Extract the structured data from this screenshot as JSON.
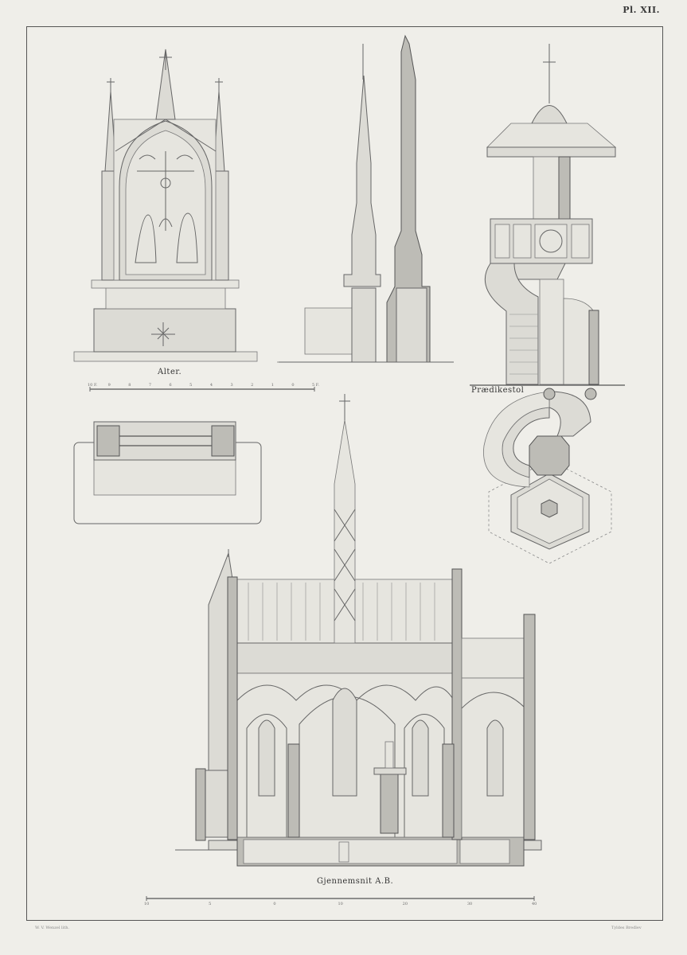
{
  "plate": {
    "number": "Pl. XII."
  },
  "captions": {
    "altar": "Alter.",
    "pulpit": "Prædikestol",
    "section": "Gjennemsnit A.B."
  },
  "credits": {
    "left": "W. V. Wenzel lith.",
    "right": "Tyldes Bredlev"
  },
  "scales": {
    "altar": [
      "10 F.",
      "9",
      "8",
      "7",
      "6",
      "5",
      "4",
      "3",
      "2",
      "1",
      "0",
      "5 F."
    ],
    "section": [
      "10",
      "5",
      "0",
      "10",
      "20",
      "30",
      "40"
    ]
  },
  "colors": {
    "paper": "#efeee9",
    "ink": "#555555",
    "wash": "#bdbcb6"
  }
}
